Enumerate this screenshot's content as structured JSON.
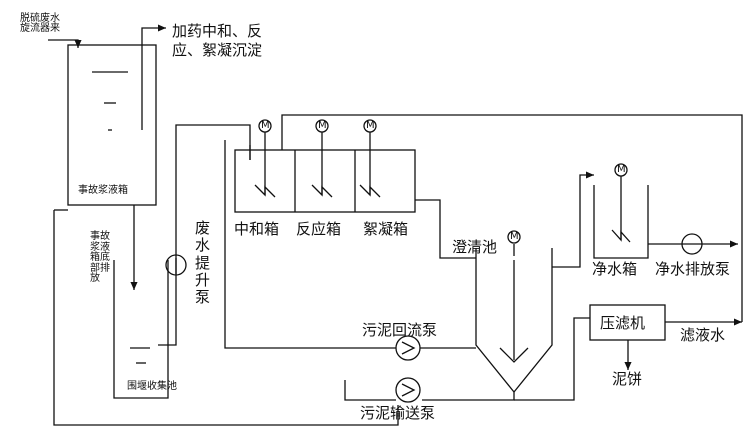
{
  "labels": {
    "source": "脱硫废水\n旋流器来",
    "dosing": "加药中和、反\n应、絮凝沉淀",
    "accident_tank": "事故浆液箱",
    "accident_drain": "事故\n浆液\n箱底\n部排\n放",
    "ground_pit": "围堰收集池",
    "lift_pump": "废\n水\n提\n升\n泵",
    "neutral_tank": "中和箱",
    "reaction_tank": "反应箱",
    "floc_tank": "絮凝箱",
    "clarifier": "澄清池",
    "clean_tank": "净水箱",
    "clean_pump": "净水排放泵",
    "filter_press": "压滤机",
    "filtrate": "滤液水",
    "sludge_cake": "泥饼",
    "sludge_return_pump": "污泥回流泵",
    "sludge_transfer_pump": "污泥输送泵",
    "motor": "M"
  }
}
